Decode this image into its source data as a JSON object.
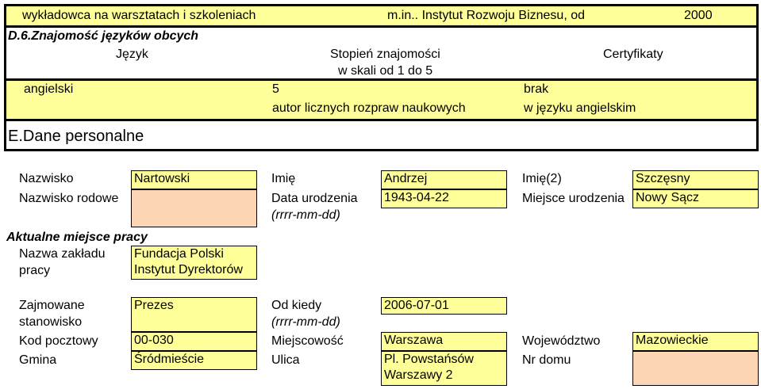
{
  "header": {
    "left_text": "wykładowca na warsztatach i szkoleniach",
    "middle_text": "m.in.. Instytut Rozwoju Biznesu, od",
    "year": "2000"
  },
  "languages": {
    "section_title": "D.6.Znajomość języków obcych",
    "col_language": "Język",
    "col_level_line1": "Stopień znajomości",
    "col_level_line2": "w skali od 1 do 5",
    "col_certificates": "Certyfikaty",
    "rows": [
      {
        "language": "angielski",
        "level": "5",
        "certificate": "brak"
      }
    ],
    "note_left": "autor licznych rozpraw naukowych",
    "note_right": "w języku angielskim"
  },
  "personal": {
    "section_title": "E.Dane personalne",
    "surname_label": "Nazwisko",
    "surname_value": "Nartowski",
    "first_name_label": "Imię",
    "first_name_value": "Andrzej",
    "second_name_label": "Imię(2)",
    "second_name_value": "Szczęsny",
    "maiden_name_label": "Nazwisko rodowe",
    "maiden_name_value": "",
    "birth_date_label_line1": "Data urodzenia",
    "birth_date_label_line2": "(rrrr-mm-dd)",
    "birth_date_value": "1943-04-22",
    "birth_place_label": "Miejsce urodzenia",
    "birth_place_value": "Nowy Sącz"
  },
  "workplace": {
    "section_title": "Aktualne miejsce pracy",
    "employer_label_line1": "Nazwa zakładu",
    "employer_label_line2": "pracy",
    "employer_line1": "Fundacja Polski",
    "employer_line2": "Instytut Dyrektorów",
    "position_label_line1": "Zajmowane",
    "position_label_line2": "stanowisko",
    "position_value": "Prezes",
    "since_label_line1": "Od kiedy",
    "since_label_line2": "(rrrr-mm-dd)",
    "since_value": "2006-07-01",
    "postal_label": "Kod pocztowy",
    "postal_value": "00-030",
    "city_label": "Miejscowość",
    "city_value": "Warszawa",
    "province_label": "Województwo",
    "province_value": "Mazowieckie",
    "commune_label": "Gmina",
    "commune_value": "Śródmieście",
    "street_label": "Ulica",
    "street_line1": "Pl. Powstańsów",
    "street_line2": "Warszawy 2",
    "house_no_label": "Nr domu",
    "house_no_value": ""
  },
  "colors": {
    "field_yellow": "#ffff99",
    "field_empty": "#fcd5b4",
    "border": "#000000"
  }
}
